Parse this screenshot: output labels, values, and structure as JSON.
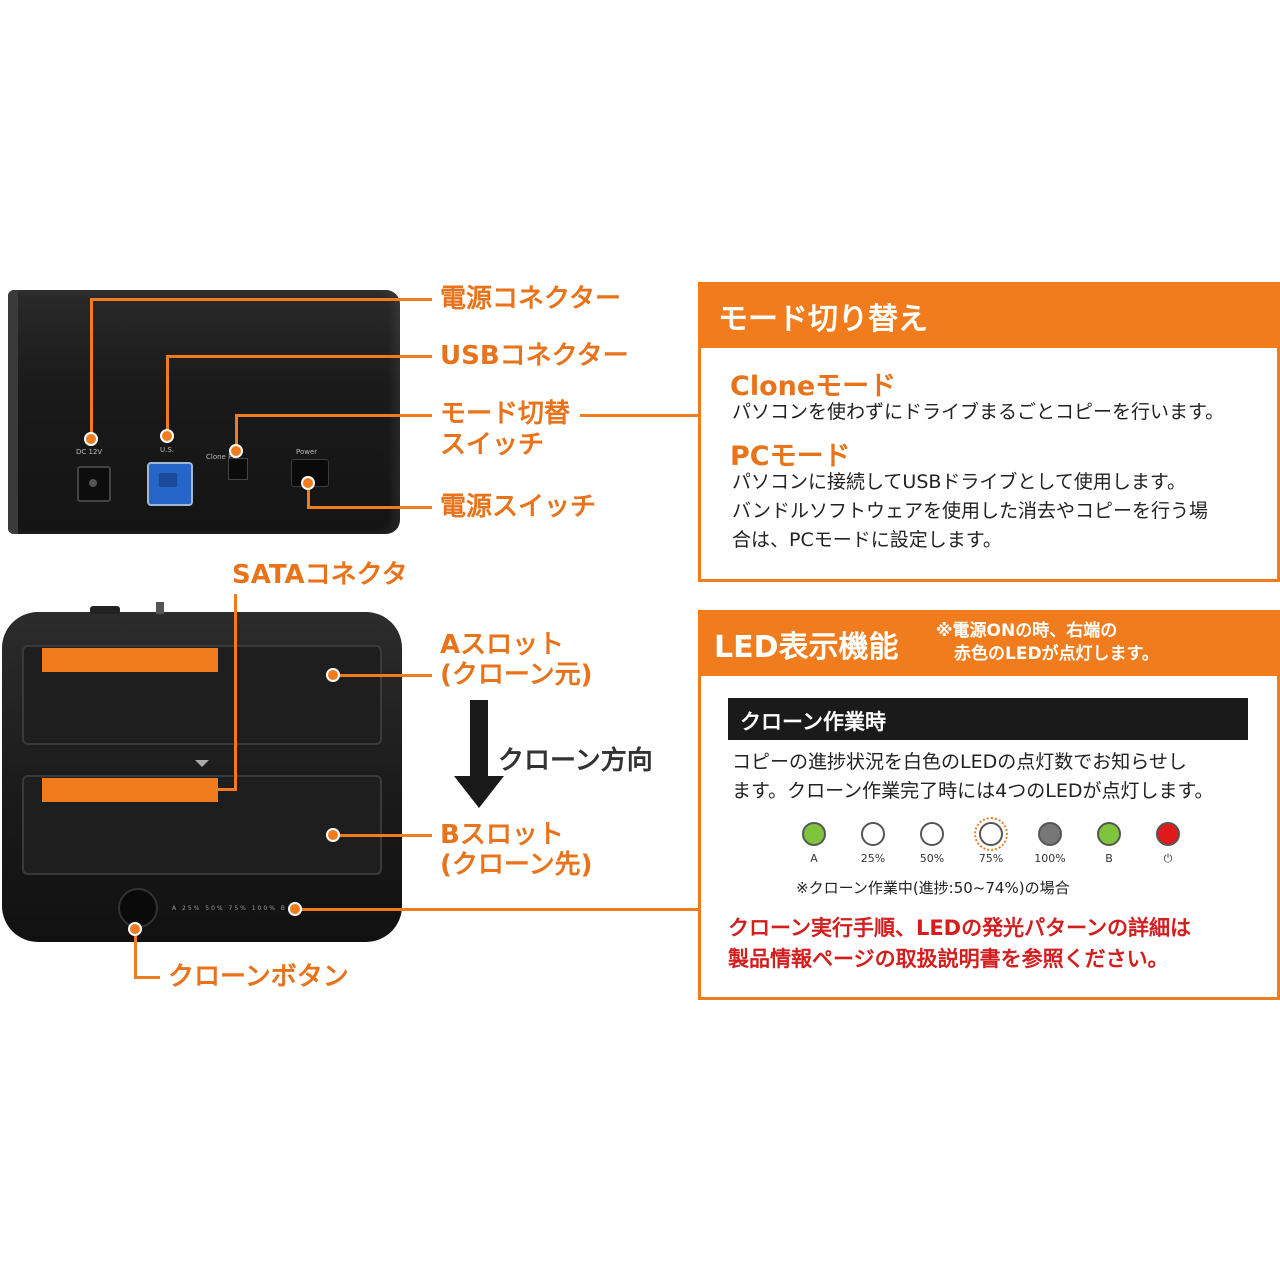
{
  "colors": {
    "accent": "#f07c1e",
    "warning": "#d41e1e",
    "led_green": "#7fc43c",
    "led_white": "#ffffff",
    "led_gray": "#777777",
    "led_red": "#e01a1a"
  },
  "rear_ports": {
    "dc": "DC 12V",
    "usb": "U.S.",
    "mode": "Clone PC",
    "power": "Power"
  },
  "callouts": {
    "power_connector": "電源コネクター",
    "usb_connector": "USBコネクター",
    "mode_switch_line1": "モード切替",
    "mode_switch_line2": "スイッチ",
    "power_switch": "電源スイッチ",
    "sata_connector": "SATAコネクタ",
    "slot_a_line1": "Aスロット",
    "slot_a_line2": "(クローン元)",
    "clone_direction": "クローン方向",
    "slot_b_line1": "Bスロット",
    "slot_b_line2": "(クローン先)",
    "clone_button": "クローンボタン"
  },
  "front_led_strip": "A 25% 50% 75% 100% B ⏻",
  "mode_box": {
    "title": "モード切り替え",
    "clone_title": "Cloneモード",
    "clone_text": "パソコンを使わずにドライブまるごとコピーを行います。",
    "pc_title": "PCモード",
    "pc_text_1": "パソコンに接続してUSBドライブとして使用します。",
    "pc_text_2": "バンドルソフトウェアを使用した消去やコピーを行う場",
    "pc_text_3": "合は、PCモードに設定します。"
  },
  "led_box": {
    "title": "LED表示機能",
    "note_1": "※電源ONの時、右端の",
    "note_2": "赤色のLEDが点灯します。",
    "clone_work": "クローン作業時",
    "text_1": "コピーの進捗状況を白色のLEDの点灯数でお知らせし",
    "text_2": "ます。クローン作業完了時には4つのLEDが点灯します。",
    "leds": [
      {
        "label": "A",
        "state": "green"
      },
      {
        "label": "25%",
        "state": "white"
      },
      {
        "label": "50%",
        "state": "white"
      },
      {
        "label": "75%",
        "state": "blinking"
      },
      {
        "label": "100%",
        "state": "gray"
      },
      {
        "label": "B",
        "state": "green"
      },
      {
        "label": "⏻",
        "state": "red"
      }
    ],
    "example_note": "※クローン作業中(進捗:50~74%)の場合",
    "warning_1": "クローン実行手順、LEDの発光パターンの詳細は",
    "warning_2": "製品情報ページの取扱説明書を参照ください。"
  }
}
